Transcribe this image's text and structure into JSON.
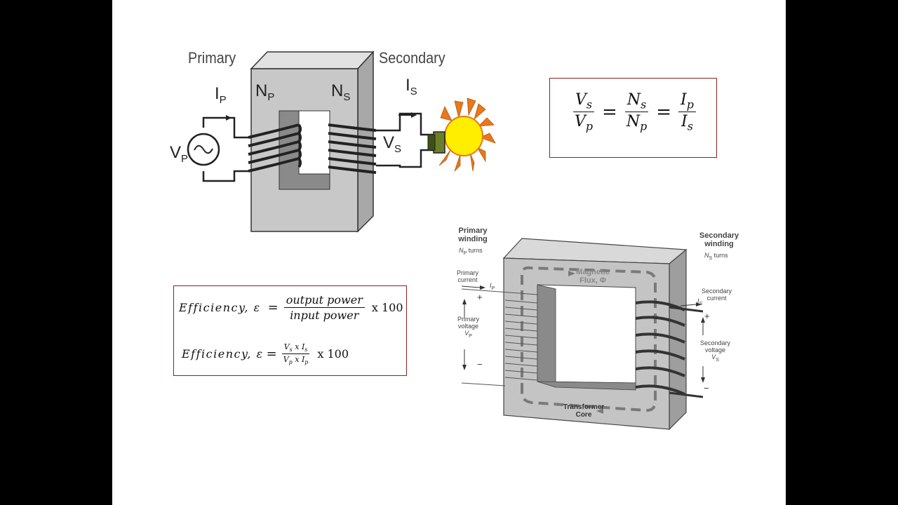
{
  "diagram1": {
    "primary_label": "Primary",
    "secondary_label": "Secondary",
    "ip_label": "I",
    "ip_sub": "P",
    "np_label": "N",
    "np_sub": "P",
    "ns_label": "N",
    "ns_sub": "S",
    "is_label": "I",
    "is_sub": "S",
    "vp_label": "V",
    "vp_sub": "P",
    "vs_label": "V",
    "vs_sub": "S"
  },
  "ratio_formula": {
    "vs": "V",
    "vs_sub": "s",
    "vp": "V",
    "vp_sub": "p",
    "ns": "N",
    "ns_sub": "s",
    "np": "N",
    "np_sub": "p",
    "ip": "I",
    "ip_sub": "p",
    "is": "I",
    "is_sub": "s",
    "eq": "="
  },
  "efficiency_formula": {
    "label": "Efficiency, ε",
    "eq": "=",
    "num": "output power",
    "den": "input power",
    "mult": "x 100",
    "label2": "Efficiency, ε",
    "num2_a": "V",
    "num2_a_sub": "s",
    "num2_x": " x ",
    "num2_b": "I",
    "num2_b_sub": "s",
    "den2_a": "V",
    "den2_a_sub": "p",
    "den2_x": " x ",
    "den2_b": "I",
    "den2_b_sub": "p",
    "mult2": "x 100"
  },
  "diagram2": {
    "primary_winding": "Primary",
    "primary_winding2": "winding",
    "np_turns_n": "N",
    "np_turns_sub": "P",
    "np_turns": " turns",
    "primary_current": "Primary",
    "primary_current2": "current",
    "ip": "I",
    "ip_sub": "P",
    "plus": "+",
    "primary_voltage": "Primary",
    "primary_voltage2": "voltage",
    "vp": "V",
    "vp_sub": "P",
    "minus": "−",
    "magnetic_flux": "Magnetic",
    "magnetic_flux2": "Flux, Φ",
    "transformer_core": "Transformer",
    "transformer_core2": "Core",
    "secondary_winding": "Secondary",
    "secondary_winding2": "winding",
    "ns_turns_n": "N",
    "ns_turns_sub": "S",
    "ns_turns": " turns",
    "secondary_current": "Secondary",
    "secondary_current2": "current",
    "is": "I",
    "is_sub": "S",
    "plus2": "+",
    "secondary_voltage": "Secondary",
    "secondary_voltage2": "voltage",
    "vs": "V",
    "vs_sub": "S",
    "minus2": "−"
  },
  "colors": {
    "core_gray": "#c8c8c8",
    "box_border": "#8b1f1f",
    "bulb_yellow": "#ffee00",
    "bulb_rays": "#e8781a"
  }
}
